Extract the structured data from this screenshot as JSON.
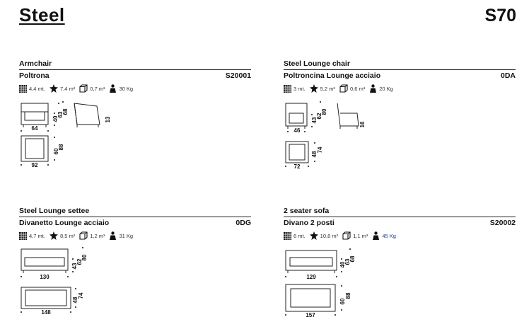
{
  "header": {
    "title": "Steel",
    "code": "S70"
  },
  "products": [
    {
      "name": "Armchair",
      "subname": "Poltrona",
      "code": "S20001",
      "specs": {
        "fabric": "4,4 mt.",
        "leather": "7,4 m²",
        "volume": "0,7 m³",
        "weight": "30 Kg"
      },
      "dims": {
        "width": "64",
        "depth": "92",
        "heights": [
          "40",
          "63",
          "68"
        ],
        "seat_h": "60",
        "seat_d": "88",
        "side": "13"
      }
    },
    {
      "name": "Steel Lounge chair",
      "subname": "Poltroncina Lounge acciaio",
      "code": "0DA",
      "specs": {
        "fabric": "3 mt.",
        "leather": "5,2 m²",
        "volume": "0,6 m³",
        "weight": "20 Kg"
      },
      "dims": {
        "width": "46",
        "depth": "72",
        "heights": [
          "43",
          "62",
          "80"
        ],
        "seat_h": "48",
        "seat_d": "74",
        "side": "16"
      }
    },
    {
      "name": "Steel Lounge settee",
      "subname": "Divanetto Lounge acciaio",
      "code": "0DG",
      "specs": {
        "fabric": "4,7 mt.",
        "leather": "8,5 m²",
        "volume": "1,2 m³",
        "weight": "31 Kg"
      },
      "dims": {
        "width": "130",
        "depth": "148",
        "heights": [
          "43",
          "62",
          "80"
        ],
        "seat_h": "48",
        "seat_d": "74"
      }
    },
    {
      "name": "2 seater sofa",
      "subname": "Divano 2 posti",
      "code": "S20002",
      "specs": {
        "fabric": "6 mt.",
        "leather": "10,8 m²",
        "volume": "1,1 m³",
        "weight": "45 Kg"
      },
      "dims": {
        "width": "129",
        "depth": "157",
        "heights": [
          "40",
          "63",
          "68"
        ],
        "seat_h": "60",
        "seat_d": "88"
      }
    }
  ]
}
